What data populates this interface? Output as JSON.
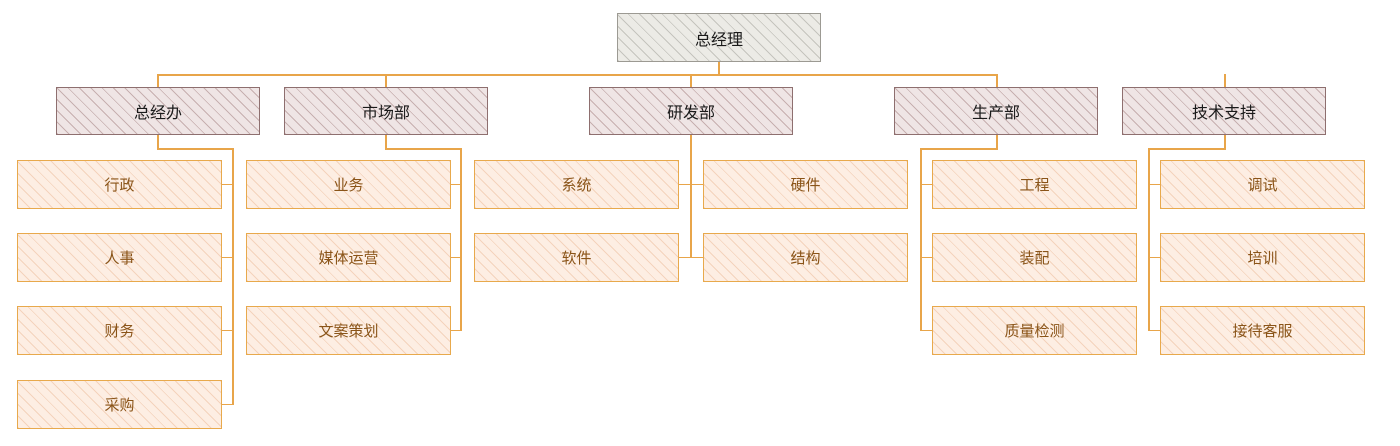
{
  "root": {
    "label": "总经理"
  },
  "departments": [
    {
      "label": "总经办",
      "children": [
        "行政",
        "人事",
        "财务",
        "采购"
      ]
    },
    {
      "label": "市场部",
      "children": [
        "业务",
        "媒体运营",
        "文案策划"
      ]
    },
    {
      "label": "研发部",
      "children": [
        "系统",
        "硬件",
        "软件",
        "结构"
      ]
    },
    {
      "label": "生产部",
      "children": [
        "工程",
        "装配",
        "质量检测"
      ]
    },
    {
      "label": "技术支持",
      "children": [
        "调试",
        "培训",
        "接待客服"
      ]
    }
  ],
  "colors": {
    "connector": "#e8a54a",
    "root_fill": "#ecebe6",
    "dept_fill": "#efe5e5",
    "sub_fill": "#fdeee3",
    "sub_border": "#e8a94c",
    "sub_text": "#8a5418"
  }
}
